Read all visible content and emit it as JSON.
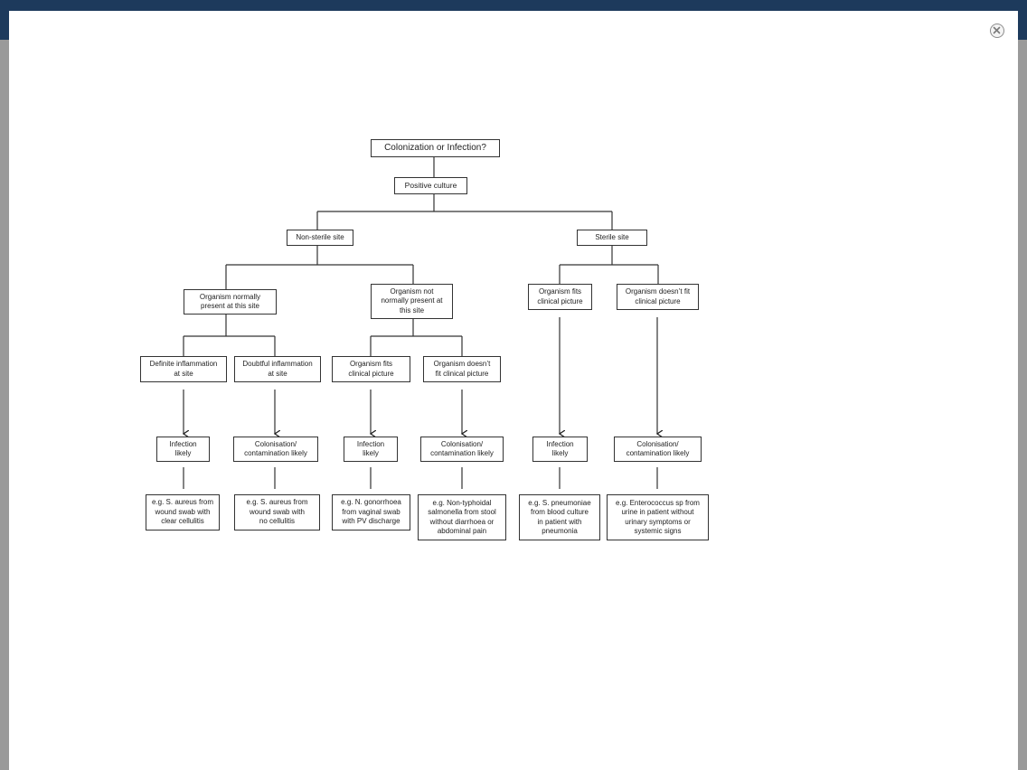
{
  "window": {
    "close_icon": "close-circle-icon"
  },
  "flowchart": {
    "title": "Colonization or Infection?",
    "root": "Positive culture",
    "branches": {
      "non_sterile": "Non-sterile site",
      "sterile": "Sterile site"
    },
    "level3": {
      "normally_present": "Organism  normally\npresent at this site",
      "not_normally_present": "Organism not\nnormally present at\nthis site",
      "sterile_fits": "Organism fits\nclinical picture",
      "sterile_doesnt_fit": "Organism  doesn’t fit\nclinical picture"
    },
    "level4": {
      "definite_inflammation": "Definite inflammation\nat site",
      "doubtful_inflammation": "Doubtful inflammation\nat site",
      "nonsterile_fits": "Organism fits\nclinical picture",
      "nonsterile_doesnt_fit": "Organism  doesn’t\nfit clinical picture"
    },
    "outcomes": [
      "Infection\nlikely",
      "Colonisation/\ncontamination likely",
      "Infection\nlikely",
      "Colonisation/\ncontamination likely",
      "Infection\nlikely",
      "Colonisation/\ncontamination likely"
    ],
    "examples": [
      "e.g. S. aureus from\nwound swab with\nclear cellulitis",
      "e.g. S. aureus from\nwound swab with\nno cellulitis",
      "e.g. N. gonorrhoea\nfrom vaginal swab\nwith PV discharge",
      "e.g. Non-typhoidal\nsalmonella from stool\nwithout diarrhoea or\nabdominal pain",
      "e.g. S. pneumoniae\nfrom blood culture\nin patient with\npneumonia",
      "e.g. Enterococcus  sp from\nurine in patient without\nurinary symptoms or\nsystemic signs"
    ]
  }
}
